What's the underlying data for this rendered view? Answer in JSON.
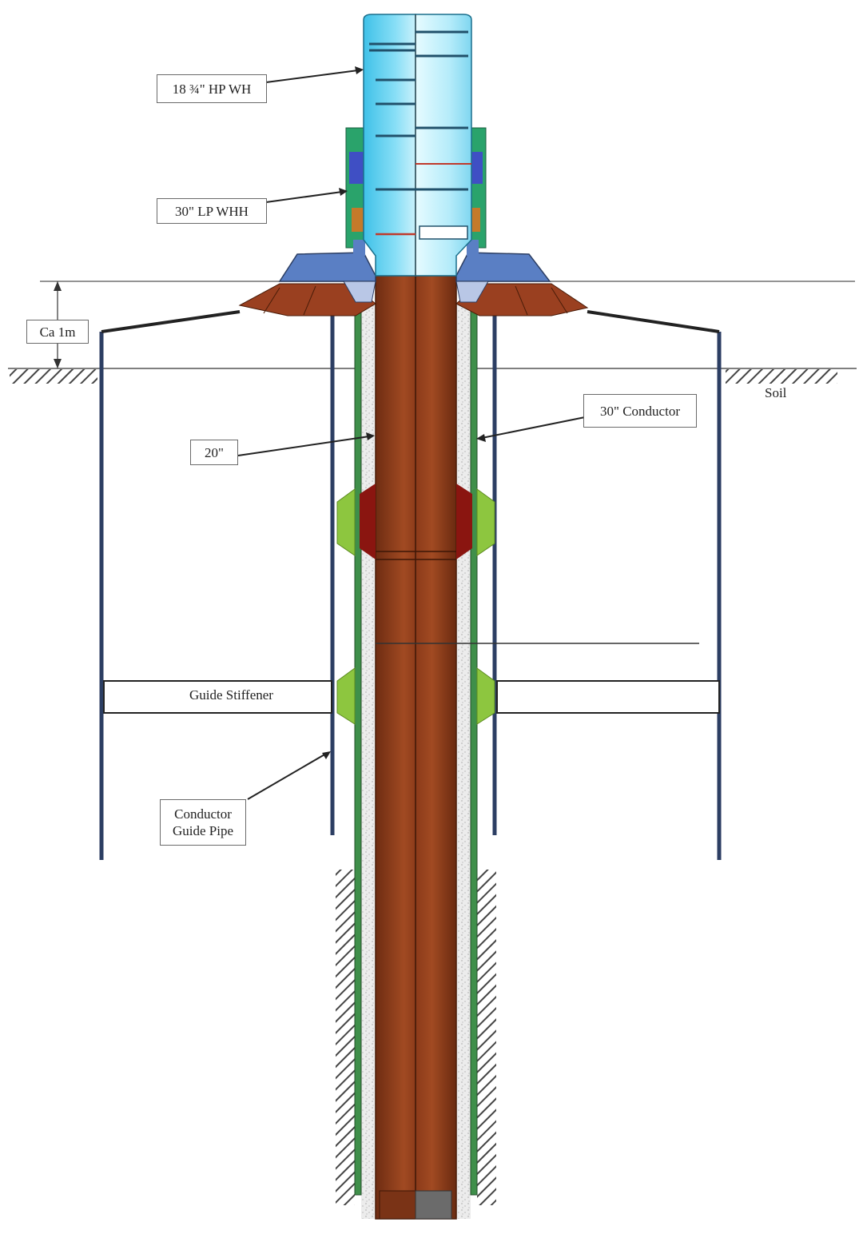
{
  "labels": {
    "hp_wh": "18 ¾\" HP WH",
    "lp_whh": "30\" LP WHH",
    "ca_1m": "Ca 1m",
    "soil": "Soil",
    "conductor_30": "30\" Conductor",
    "casing_20": "20\"",
    "guide_stiffener": "Guide Stiffener",
    "guide_pipe_line1": "Conductor",
    "guide_pipe_line2": "Guide Pipe"
  },
  "colors": {
    "casing": "#8a3a1c",
    "conductor": "#3f8f4a",
    "guide_pipe": "#2c3e63",
    "wellhead": "#8fe3f7",
    "template": "#5a7fc4",
    "centralizer": "#8dc63f",
    "hatch": "#555555"
  }
}
